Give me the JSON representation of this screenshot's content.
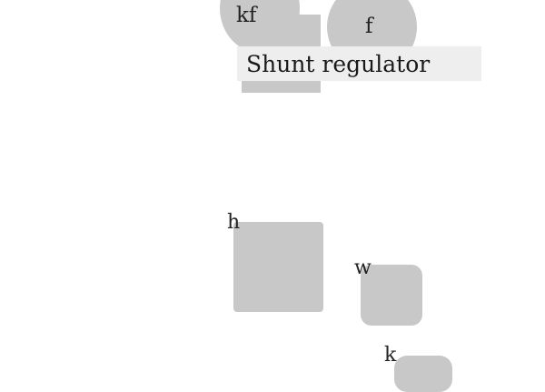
{
  "colors": {
    "shape_fill": "#c8c8c8",
    "callout_fill": "#eeeeee",
    "text": "#222222"
  },
  "nodes": [
    {
      "id": "kf",
      "label": "kf",
      "shape": "circle-with-rect"
    },
    {
      "id": "f",
      "label": "f",
      "shape": "circle"
    },
    {
      "id": "h",
      "label": "h",
      "shape": "square"
    },
    {
      "id": "w",
      "label": "w",
      "shape": "rounded-square"
    },
    {
      "id": "k",
      "label": "k",
      "shape": "rounded-rect"
    }
  ],
  "callout": {
    "text": "Shunt regulator"
  }
}
